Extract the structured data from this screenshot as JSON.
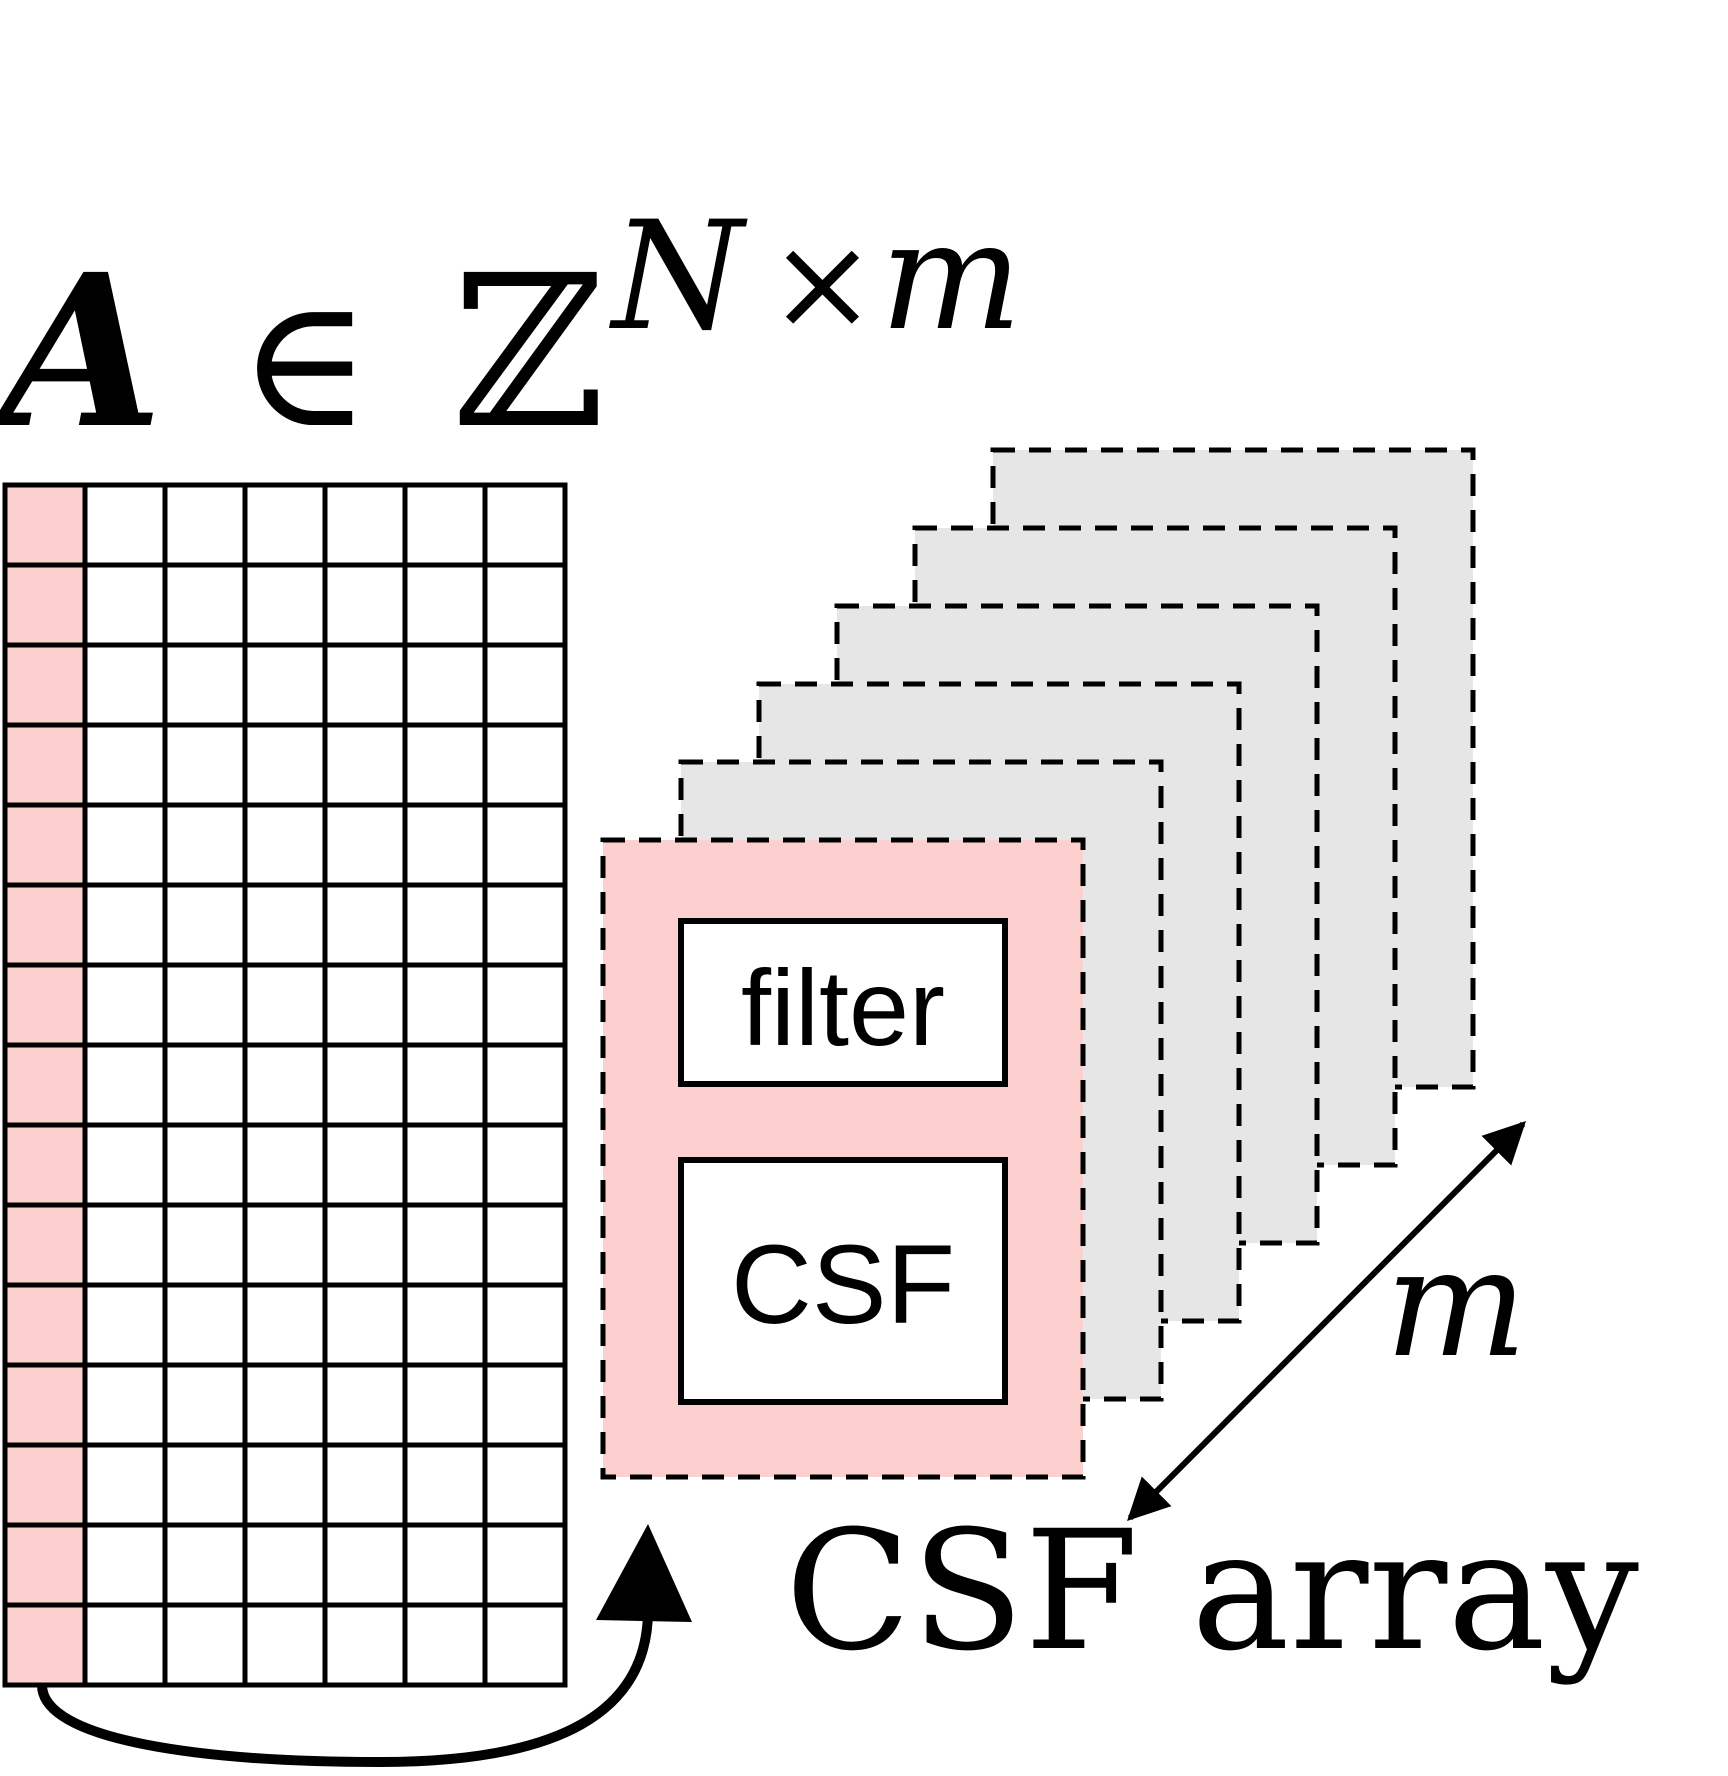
{
  "formula": {
    "var": "A",
    "in": "∈",
    "set": "ℤ",
    "exp_n": "N",
    "exp_times": "×",
    "exp_m": "m"
  },
  "matrix": {
    "rows": 15,
    "cols": 7,
    "highlight_column": 0
  },
  "card_front": {
    "filter_label": "filter",
    "csf_label": "CSF"
  },
  "stack": {
    "count": 6,
    "dimension_label": "m"
  },
  "caption": "CSF array",
  "colors": {
    "highlight": "#fdd0d0",
    "stack_fill": "#e6e6e6",
    "stroke": "#000000",
    "background": "#ffffff"
  }
}
